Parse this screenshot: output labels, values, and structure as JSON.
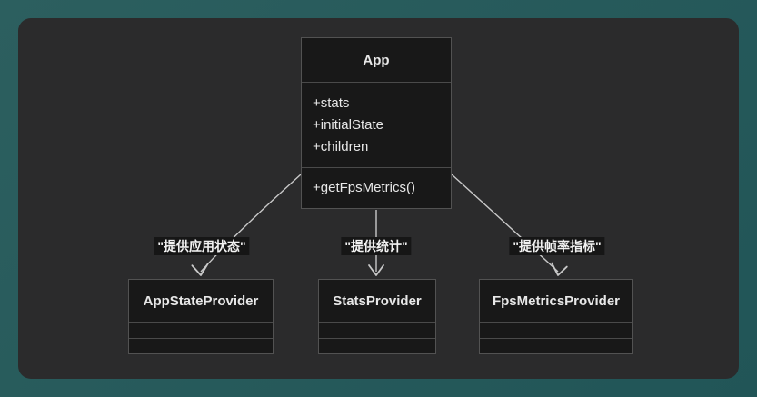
{
  "diagram": {
    "app": {
      "title": "App",
      "attributes": [
        "+stats",
        "+initialState",
        "+children"
      ],
      "methods": [
        "+getFpsMetrics()"
      ]
    },
    "providers": [
      {
        "title": "AppStateProvider"
      },
      {
        "title": "StatsProvider"
      },
      {
        "title": "FpsMetricsProvider"
      }
    ],
    "edges": [
      {
        "from": "App",
        "to": "AppStateProvider",
        "label": "\"提供应用状态\""
      },
      {
        "from": "App",
        "to": "StatsProvider",
        "label": "\"提供统计\""
      },
      {
        "from": "App",
        "to": "FpsMetricsProvider",
        "label": "\"提供帧率指标\""
      }
    ]
  },
  "colors": {
    "bg-teal": "#2c5f5f",
    "bg-teal-dark": "#215557",
    "panel": "#2b2b2c",
    "box-fill": "#181818",
    "box-border": "#525252",
    "divider": "#4a4a4a",
    "text": "#e8e8e8",
    "line": "#c9c9c9",
    "label-bg": "#161616",
    "label-text": "#f2f2f2"
  }
}
